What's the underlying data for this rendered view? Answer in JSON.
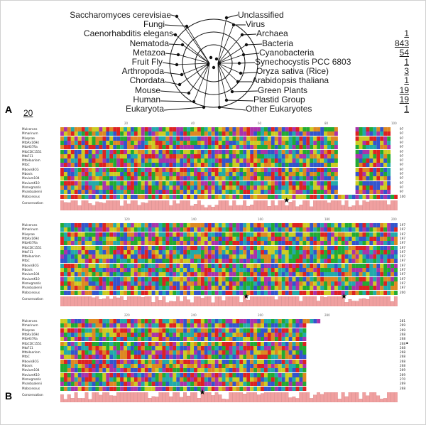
{
  "panels": {
    "a": "A",
    "b": "B"
  },
  "tree": {
    "left_labels": [
      "Saccharomyces cerevisiae",
      "Fungi",
      "Caenorhabditis elegans",
      "Nematoda",
      "Metazoa",
      "Fruit Fly",
      "Arthropoda",
      "Chordata",
      "Mouse",
      "Human",
      "Eukaryota"
    ],
    "left_count": "20",
    "right_labels": [
      "Unclassified",
      "Virus",
      "Archaea",
      "Bacteria",
      "Cyanobacteria",
      "Synechocystis PCC 6803",
      "Oryza sativa (Rice)",
      "Arabidopsis thaliana",
      "Green Plants",
      "Plastid Group",
      "Other Eukaryotes"
    ],
    "right_counts": [
      "",
      "",
      "1",
      "843",
      "54",
      "1",
      "3",
      "1",
      "19",
      "19",
      "1"
    ]
  },
  "alignment": {
    "sequence_names": [
      "Mulcerans",
      "Mmarinum",
      "MLeprae",
      "MtbRv1694",
      "MtbH37Ra",
      "MtbCDC1551",
      "MtbF11",
      "MtbHaarlem",
      "MtbC",
      "MbovisBCG",
      "Mbovis",
      "Mavium104",
      "MaviumK10",
      "Msmegmatis",
      "Mvanbaalenii",
      "Mabscessus"
    ],
    "conservation_label": "Conservation",
    "blocks": [
      {
        "ruler_ticks": [
          "20",
          "40",
          "60",
          "80",
          "100"
        ],
        "end_numbers": [
          "97",
          "97",
          "97",
          "97",
          "97",
          "97",
          "97",
          "97",
          "97",
          "97",
          "97",
          "97",
          "97",
          "97",
          "97",
          "100"
        ],
        "stars": [
          0.67
        ]
      },
      {
        "ruler_ticks": [
          "120",
          "140",
          "160",
          "180",
          "200"
        ],
        "end_numbers": [
          "197",
          "197",
          "197",
          "197",
          "197",
          "197",
          "197",
          "197",
          "197",
          "197",
          "197",
          "197",
          "197",
          "197",
          "197",
          "200"
        ],
        "stars": [
          0.55,
          0.84
        ]
      },
      {
        "ruler_ticks": [
          "220",
          "240",
          "260",
          "280"
        ],
        "end_numbers": [
          "281",
          "269",
          "269",
          "268",
          "268",
          "268",
          "268",
          "268",
          "268",
          "268",
          "268",
          "269",
          "269",
          "270",
          "269",
          "268"
        ],
        "stars": [
          0.42
        ]
      }
    ],
    "residue_colors": {
      "hydrophobic": "#3355cc",
      "positive": "#dd2222",
      "negative": "#aa33aa",
      "polar": "#22aa33",
      "glycine": "#dd8822",
      "proline": "#cccc22",
      "aromatic": "#22aaaa",
      "gap": "#ffffff"
    },
    "conservation_color": "#f0a0a0"
  }
}
